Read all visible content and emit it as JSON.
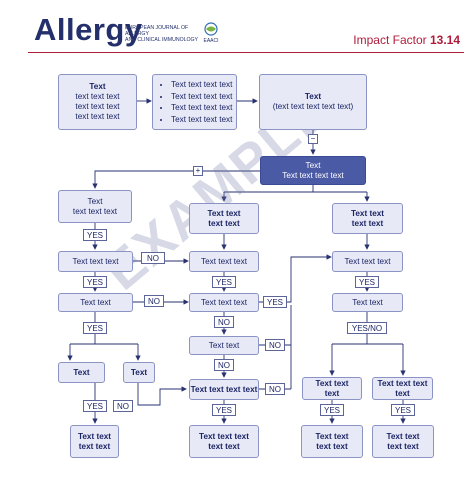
{
  "header": {
    "logo": "Allergy",
    "journal_line1": "EUROPEAN JOURNAL OF ALLERGY",
    "journal_line2": "AND CLINICAL IMMUNOLOGY",
    "eaaci": "EAACI",
    "impact_label": "Impact Factor ",
    "impact_value": "13.14"
  },
  "colors": {
    "brand": "#24306b",
    "accent": "#b01c3a",
    "box_fill": "#e7e9f6",
    "box_dark": "#4a5aa5"
  },
  "diagram": {
    "watermark": "EXAMPLE",
    "top_left": {
      "title": "Text",
      "l1": "text text text",
      "l2": "text text text",
      "l3": "text text text"
    },
    "bullets": [
      "Text text text text",
      "Text text text text",
      "Text text text text",
      "Text text text text"
    ],
    "top_right": {
      "title": "Text",
      "l1": "(text text text text text)"
    },
    "minus": "−",
    "plus": "+",
    "center": {
      "title": "Text",
      "l1": "Text text text text"
    },
    "left_head": {
      "title": "Text",
      "l1": "text text text"
    },
    "mid_head": {
      "l1": "Text text",
      "l2": "text text"
    },
    "right_head": {
      "l1": "Text text",
      "l2": "text text"
    },
    "left_q1": "Text text text",
    "left_q2": "Text text",
    "left_split_a": "Text",
    "left_split_b": "Text",
    "left_end_a": {
      "l1": "Text text",
      "l2": "text text"
    },
    "left_end_b": {
      "l1": "Text text",
      "l2": "text text"
    },
    "mid_q1": "Text text text",
    "mid_q2": "Text text text",
    "mid_q3": "Text text",
    "mid_q4": "Text text text text",
    "mid_end": {
      "l1": "Text text text",
      "l2": "text text"
    },
    "right_q1": "Text text text",
    "right_q2": "Text text",
    "right_split_a": {
      "l1": "Text text",
      "l2": "text"
    },
    "right_split_b": "Text text text text",
    "right_end_a": {
      "l1": "Text text",
      "l2": "text text"
    },
    "right_end_b": {
      "l1": "Text text",
      "l2": "text text"
    },
    "yes": "YES",
    "no": "NO",
    "yesno": "YES/NO"
  }
}
